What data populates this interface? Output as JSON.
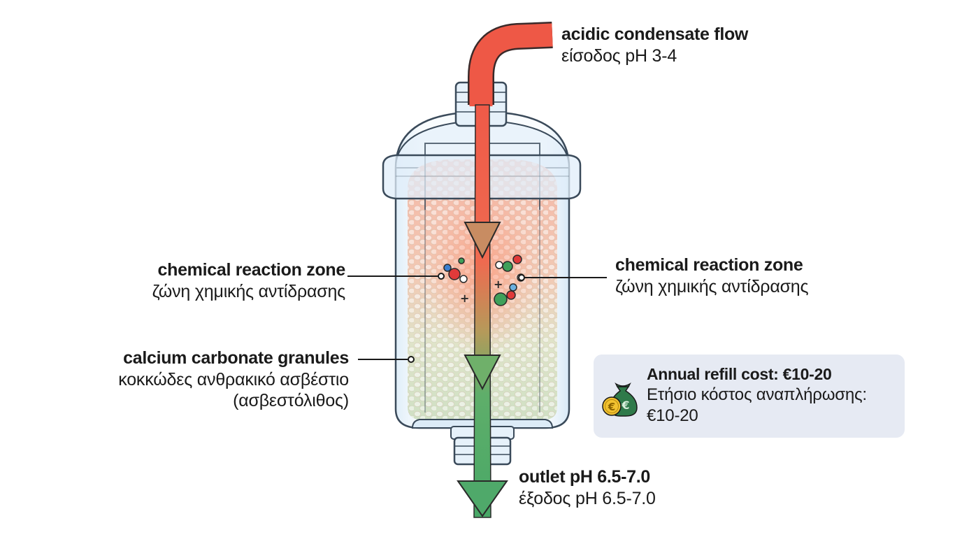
{
  "labels": {
    "inlet": {
      "en": "acidic condensate flow",
      "gr": "είσοδος pH 3-4"
    },
    "reaction_left": {
      "en": "chemical reaction zone",
      "gr": "ζώνη χημικής αντίδρασης"
    },
    "reaction_right": {
      "en": "chemical reaction zone",
      "gr": "ζώνη χημικής αντίδρασης"
    },
    "granules": {
      "en": "calcium carbonate granules",
      "gr1": "κοκκώδες ανθρακικό ασβέστιο",
      "gr2": "(ασβεστόλιθος)"
    },
    "outlet": {
      "en": "outlet pH 6.5-7.0",
      "gr": "έξοδος pH 6.5-7.0"
    }
  },
  "cost": {
    "en": "Annual refill cost: €10-20",
    "gr1": "Ετήσιο κόστος αναπλήρωσης:",
    "gr2": "€10-20",
    "coin_symbol": "€"
  },
  "icons": [
    "inlet-tube-icon",
    "filter-housing-icon",
    "flow-arrow-icon",
    "molecule-icon",
    "money-bag-icon",
    "euro-coin-icon"
  ],
  "colors": {
    "acid_flow": "#ef5a48",
    "neutral_flow": "#4daa6a",
    "granule_warm": "#f2b9a4",
    "granule_cool": "#d6e3c4",
    "housing": "#cfe4f5",
    "cost_box_bg": "#e6eaf3"
  }
}
